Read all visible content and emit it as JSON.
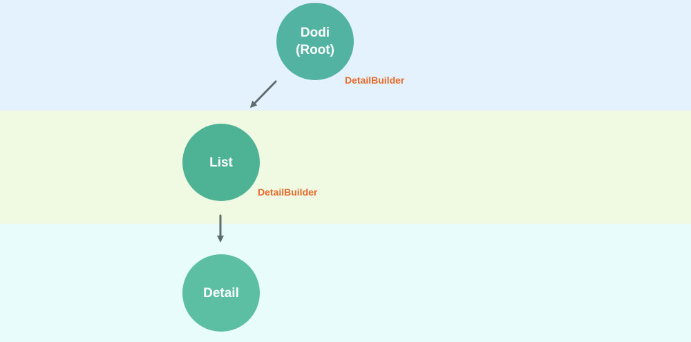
{
  "colors": {
    "band_top": "#e4f2fd",
    "band_middle": "#f0fae3",
    "band_bottom": "#e7fcfb",
    "node_root": "#52b3a3",
    "node_list": "#4eb394",
    "node_detail": "#5cbfa3",
    "node_text": "#ffffff",
    "edge_label": "#e8692a",
    "arrow": "#5f6c6e"
  },
  "nodes": {
    "root": "Dodi\n(Root)",
    "list": "List",
    "detail": "Detail"
  },
  "edge_labels": {
    "root": "DetailBuilder",
    "list": "DetailBuilder"
  }
}
